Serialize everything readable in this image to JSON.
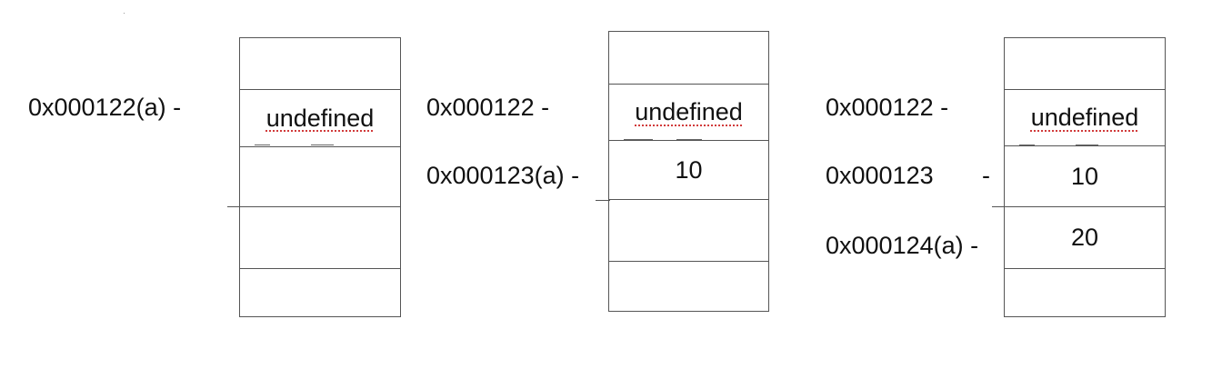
{
  "stacks": [
    {
      "cells": [
        "",
        "undefined",
        "",
        "",
        ""
      ],
      "labels": [
        "0x000122(a) -"
      ]
    },
    {
      "cells": [
        "",
        "undefined",
        "10",
        "",
        ""
      ],
      "labels": [
        "0x000122 -",
        "0x000123(a) -"
      ]
    },
    {
      "cells": [
        "",
        "undefined",
        "10",
        "20",
        ""
      ],
      "labels": [
        "0x000122 -",
        "0x000123",
        "-",
        "0x000124(a) -"
      ]
    }
  ]
}
